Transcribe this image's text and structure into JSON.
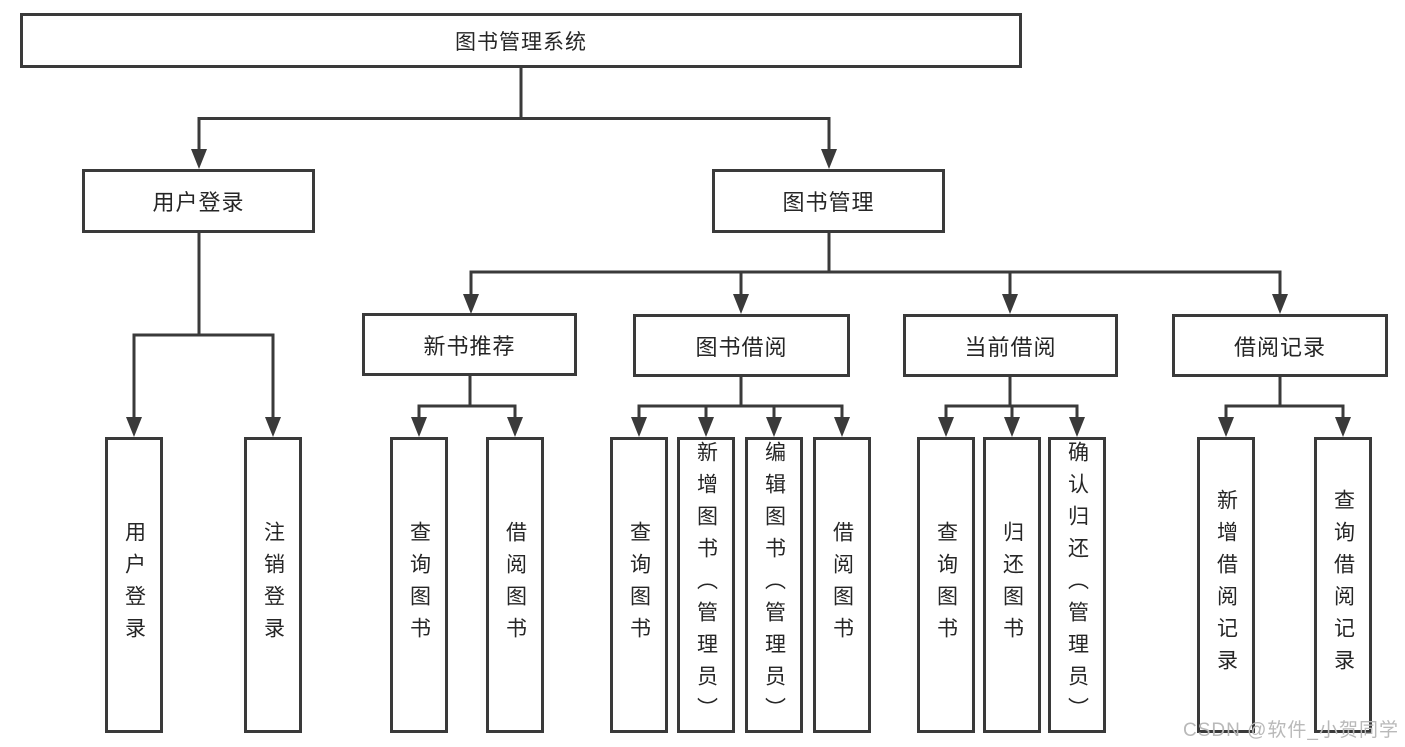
{
  "tree": {
    "label": "图书管理系统",
    "children": [
      {
        "label": "用户登录",
        "children": [
          {
            "label": "用户登录"
          },
          {
            "label": "注销登录"
          }
        ]
      },
      {
        "label": "图书管理",
        "children": [
          {
            "label": "新书推荐",
            "children": [
              {
                "label": "查询图书"
              },
              {
                "label": "借阅图书"
              }
            ]
          },
          {
            "label": "图书借阅",
            "children": [
              {
                "label": "查询图书"
              },
              {
                "label": "新增图书（管理员）"
              },
              {
                "label": "编辑图书（管理员）"
              },
              {
                "label": "借阅图书"
              }
            ]
          },
          {
            "label": "当前借阅",
            "children": [
              {
                "label": "查询图书"
              },
              {
                "label": "归还图书"
              },
              {
                "label": "确认归还（管理员）"
              }
            ]
          },
          {
            "label": "借阅记录",
            "children": [
              {
                "label": "新增借阅记录"
              },
              {
                "label": "查询借阅记录"
              }
            ]
          }
        ]
      }
    ]
  },
  "watermark": {
    "text": "CSDN @软件_小贺同学"
  },
  "colors": {
    "line": "#3a3a3a",
    "text": "#262626",
    "watermark": "#b9b9b9",
    "background": "#ffffff"
  }
}
